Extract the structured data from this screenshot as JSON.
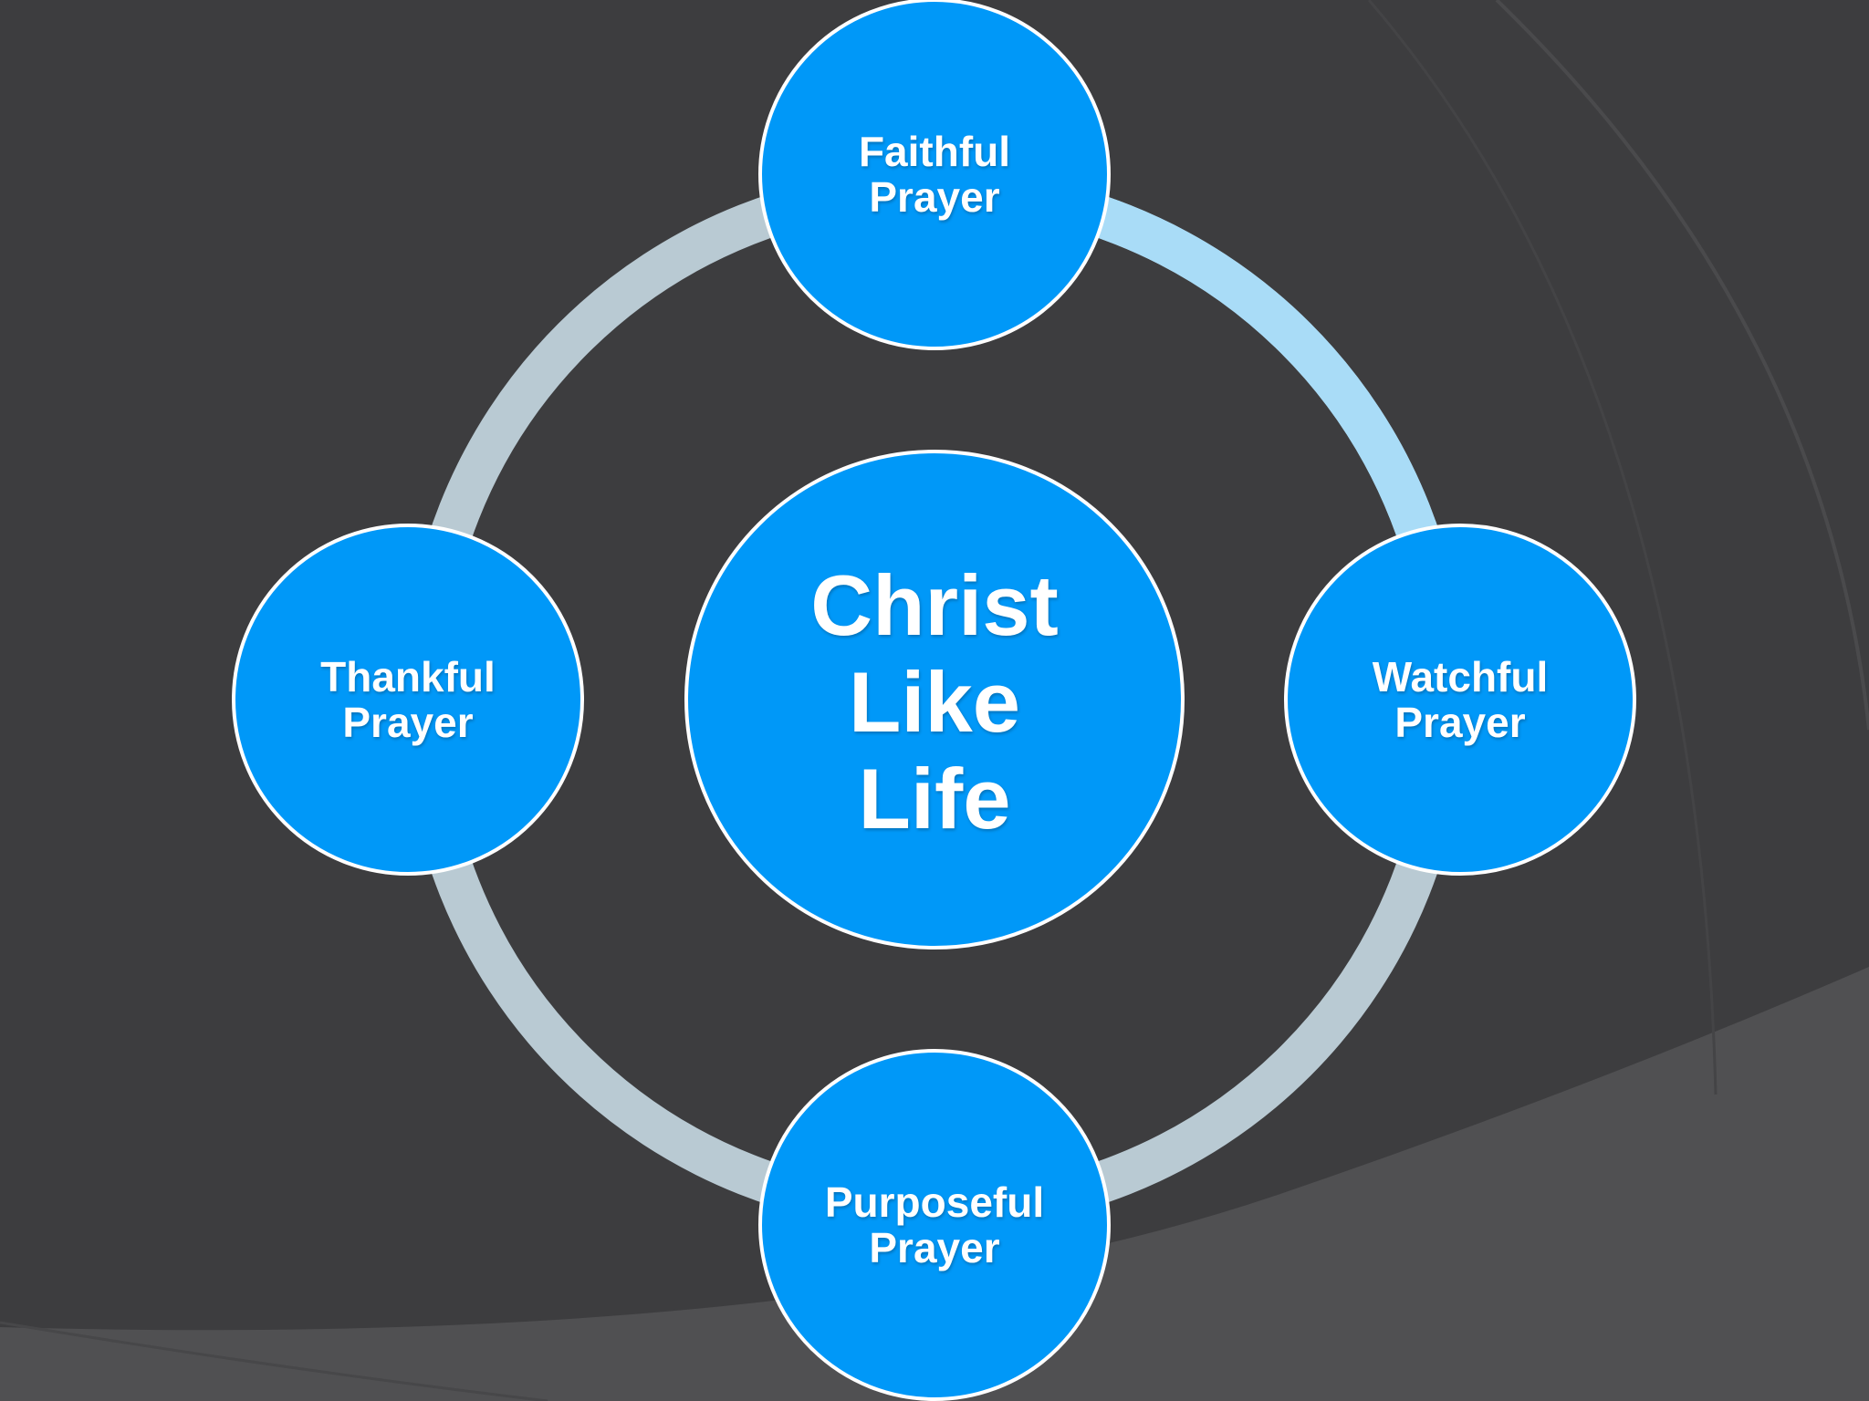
{
  "diagram": {
    "center": {
      "label": "Christ\nLike\nLife"
    },
    "nodes": [
      {
        "id": "top",
        "label": "Faithful\nPrayer"
      },
      {
        "id": "right",
        "label": "Watchful\nPrayer"
      },
      {
        "id": "bottom",
        "label": "Purposeful\nPrayer"
      },
      {
        "id": "left",
        "label": "Thankful\nPrayer"
      }
    ]
  },
  "colors": {
    "background": "#3d3d3f",
    "background_light_band": "#505052",
    "node_fill": "#0098f8",
    "node_border": "#ffffff",
    "ring_top_right": "#a9dcf7",
    "ring_other": "#b9cad3",
    "text": "#ffffff"
  }
}
